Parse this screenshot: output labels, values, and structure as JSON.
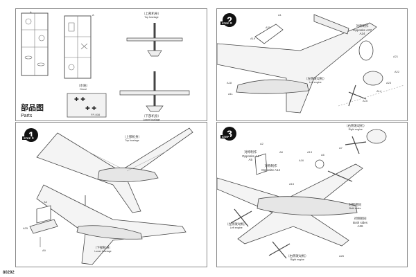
{
  "parts_page": {
    "title_cn": "部品图",
    "title_en": "Parts",
    "top_fuselage_cn": "（上部机身）",
    "top_fuselage_en": "Top fuselage",
    "lower_fuselage_cn": "（下部机身）",
    "lower_fuselage_en": "Lower fuselage",
    "decal_cn": "（水贴）",
    "decal_en": "Decal",
    "sprue_a": "A",
    "sprue_b": "A",
    "part_code": "FP-008"
  },
  "step1": {
    "number": "1",
    "word": "STEP",
    "top_fuselage_cn": "（上部机身）",
    "top_fuselage_en": "Top fuselage",
    "lower_fuselage_cn": "（下部机身）",
    "lower_fuselage_en": "Lower fuselage",
    "tags": [
      "A3",
      "A25",
      "A9"
    ]
  },
  "step2": {
    "number": "2",
    "word": "STEP",
    "left_engine_cn": "（左侧发动机）",
    "left_engine_en": "Left engine",
    "opposite_note": "对称制作\nOpposite A27\nA24",
    "tags": [
      "A1",
      "A20",
      "A19",
      "A18",
      "A11",
      "A21",
      "A22",
      "A23",
      "A14",
      "A15"
    ]
  },
  "step3": {
    "number": "3",
    "word": "STEP",
    "right_engine_cn": "（右侧发动机）",
    "right_engine_en": "Right engine",
    "left_engine_cn": "（左侧发动机）",
    "left_engine_en": "Left engine",
    "right_engine2_cn": "（右侧发动机）",
    "right_engine2_en": "Right engine",
    "both_sides_cn": "对侧相同",
    "both_sides_en": "Both sides",
    "opposite_a4": "对称制作\nOpposite A4\nA5",
    "opposite_a14": "对称制作\nOpposite A14",
    "both_sides_a26": "对侧相同\nBoth sides\nA26",
    "tags": [
      "A7",
      "A2",
      "A8",
      "A16",
      "A13",
      "A6",
      "A15",
      "A26"
    ]
  },
  "document_id": "80292"
}
